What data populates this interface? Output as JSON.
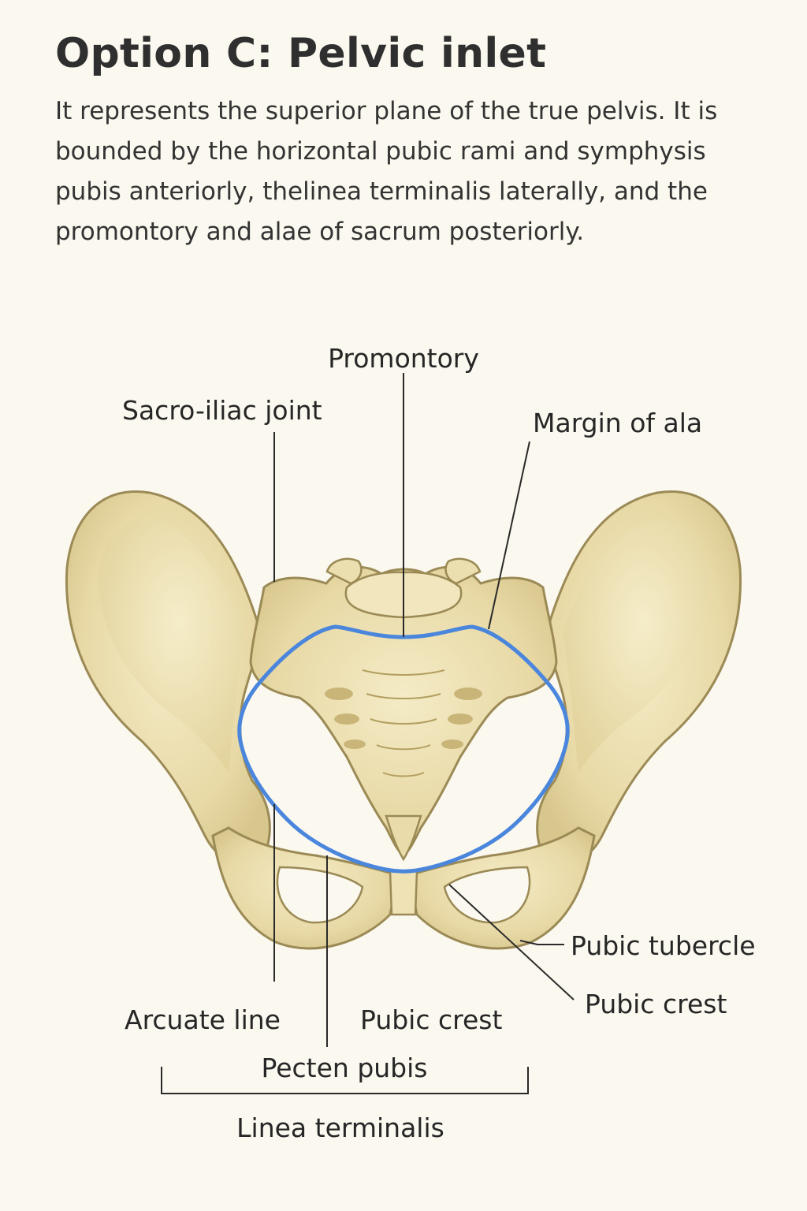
{
  "header": {
    "title": "Option C: Pelvic inlet",
    "description": "It represents the superior plane of the true pelvis. It is bounded by the horizontal pubic rami and symphysis pubis anteriorly, thelinea terminalis laterally, and the promontory and alae of sacrum posteriorly."
  },
  "labels": {
    "promontory": "Promontory",
    "sacro_iliac_joint": "Sacro-iliac joint",
    "margin_of_ala": "Margin of ala",
    "pubic_tubercle": "Pubic tubercle",
    "pubic_crest_right": "Pubic crest",
    "arcuate_line": "Arcuate line",
    "pubic_crest_bottom": "Pubic crest",
    "pecten_pubis": "Pecten pubis",
    "linea_terminalis": "Linea terminalis"
  },
  "colors": {
    "background": "#fbf8ef",
    "bone_fill": "#e9dcaa",
    "bone_outline": "#9b8a55",
    "inlet_outline": "#4a86dc",
    "leader_lines": "#2a2a2a"
  }
}
